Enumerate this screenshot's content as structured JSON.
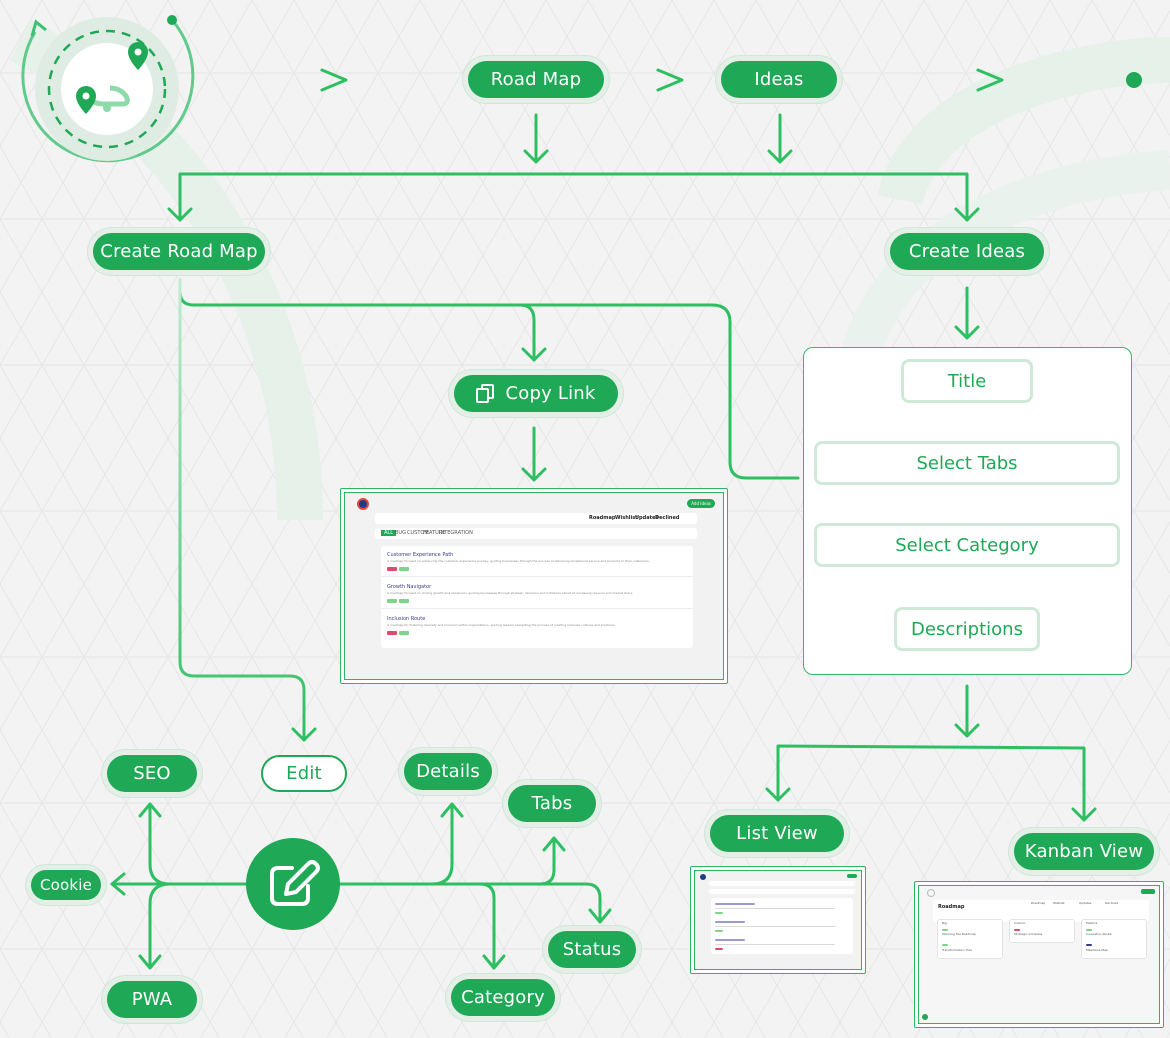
{
  "colors": {
    "green": "#1fa855",
    "line": "#37c26c",
    "orange": "#e8823b",
    "bg": "#f3f3f3"
  },
  "icons": {
    "logo": "roadmap-route-icon",
    "edit": "edit-square-icon",
    "copy": "copy-icon"
  },
  "flow": {
    "roadmap": "Road Map",
    "ideas": "Ideas",
    "create_roadmap": "Create Road Map",
    "create_ideas": "Create Ideas",
    "copy_link": "Copy Link",
    "edit": "Edit",
    "list_view": "List View",
    "kanban_view": "Kanban View"
  },
  "idea_form": {
    "title": "Title",
    "tabs": "Select Tabs",
    "category": "Select Category",
    "descriptions": "Descriptions"
  },
  "edit_options": {
    "seo": "SEO",
    "details": "Details",
    "tabs": "Tabs",
    "cookie": "Cookie",
    "status": "Status",
    "pwa": "PWA",
    "category": "Category"
  },
  "preview": {
    "nav": [
      "Roadmap",
      "Wishlist",
      "Updates",
      "Declined"
    ],
    "filters": [
      "ALL",
      "BUG",
      "CUSTOM",
      "FEATURE",
      "INTEGRATION"
    ],
    "items": [
      {
        "title": "Customer Experience Path",
        "desc": "A roadmap focused on enhancing the customer experience journey, guiding businesses through the process of delivering exceptional service and products to their customers."
      },
      {
        "title": "Growth Navigator",
        "desc": "A roadmap focused on driving growth and expansion, guiding businesses through strategic decisions and initiatives aimed at increasing revenue and market share."
      },
      {
        "title": "Inclusion Route",
        "desc": "A roadmap for fostering diversity and inclusion within organizations, guiding leaders navigating the process of creating inclusive cultures and practices."
      }
    ],
    "button": "Add Ideas"
  },
  "kanban_preview": {
    "title": "Roadmap",
    "columns": [
      "Roadmap",
      "Wishlist",
      "Updates",
      "Declined"
    ],
    "lanes": [
      {
        "name": "Big",
        "cards": [
          "Planning the Roadmap",
          "Transformation Trail"
        ]
      },
      {
        "name": "Custom",
        "cards": [
          "Strategic Compass"
        ]
      },
      {
        "name": "Feature",
        "cards": [
          "Innovation Route",
          "Milestone Map"
        ]
      }
    ]
  }
}
